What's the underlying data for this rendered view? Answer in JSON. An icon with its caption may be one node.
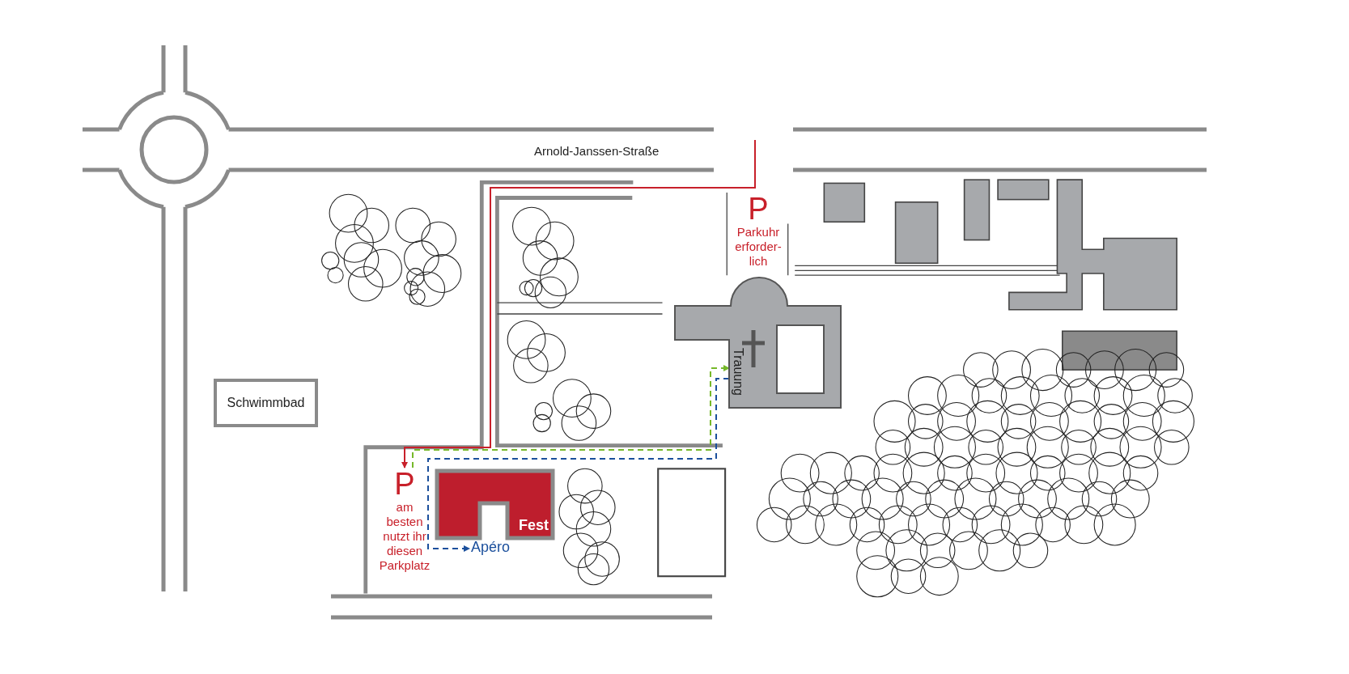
{
  "diagram": {
    "nodes": [
      {
        "text": [
          "Schwimmbad"
        ]
      },
      {
        "text": [
          "P",
          "Parkuhr erforder-lich"
        ]
      },
      {
        "text": [
          "Trauung"
        ]
      },
      {
        "text": [
          "P",
          "am besten nutzt ihr diesen Parkplatz"
        ]
      },
      {
        "text": [
          "Fest"
        ]
      },
      {
        "text": [
          "Apéro"
        ]
      }
    ],
    "edges": [
      {
        "from": null,
        "to": 3,
        "arrow": "to",
        "color": "#c8202a"
      },
      {
        "from": 3,
        "to": 2,
        "arrow": "to",
        "style": "dashed",
        "color": "#76b82a"
      },
      {
        "from": 2,
        "to": 5,
        "arrow": "to",
        "style": "dashed",
        "color": "#1b4f9c"
      }
    ],
    "labels": [
      "Arnold-Janssen-Straße"
    ]
  }
}
